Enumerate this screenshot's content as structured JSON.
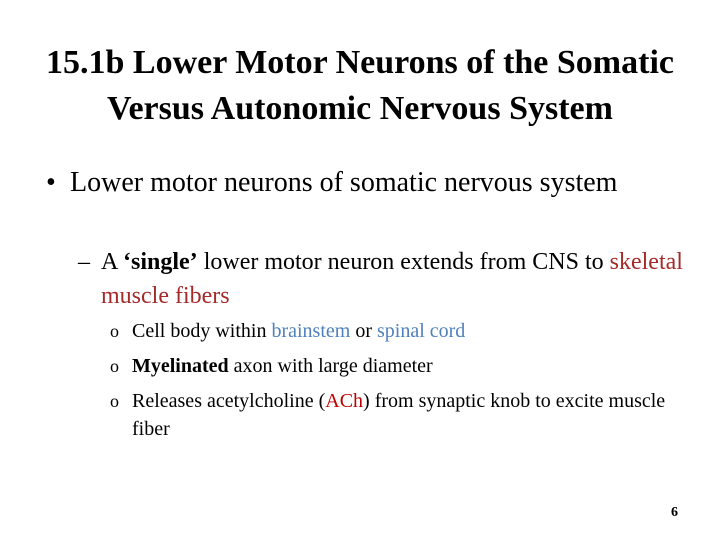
{
  "title": {
    "line1": "15.1b Lower Motor Neurons of the Somatic",
    "line2": "Versus Autonomic Nervous System"
  },
  "bullets": {
    "main_symbol": "•",
    "main_text": "Lower motor neurons of somatic nervous system",
    "sub_symbol": "–",
    "sub": {
      "part1": "A ",
      "single": "‘single’",
      "part2": " lower motor neuron extends from CNS to ",
      "skeletal": "skeletal muscle fibers"
    },
    "sub_items_symbol": "o",
    "item1": {
      "part1": "Cell body within ",
      "brainstem": "brainstem",
      "part2": " or ",
      "spinal_cord": "spinal cord"
    },
    "item2": {
      "myelinated": "Myelinated",
      "part2": " axon with large diameter"
    },
    "item3": {
      "part1": "Releases acetylcholine (",
      "ach": "ACh",
      "part2": ") from synaptic knob to excite muscle fiber"
    }
  },
  "page_number": "6",
  "colors": {
    "skeletal": "#a52a2a",
    "ach": "#c00000",
    "blue_terms": "#4f81bd"
  }
}
